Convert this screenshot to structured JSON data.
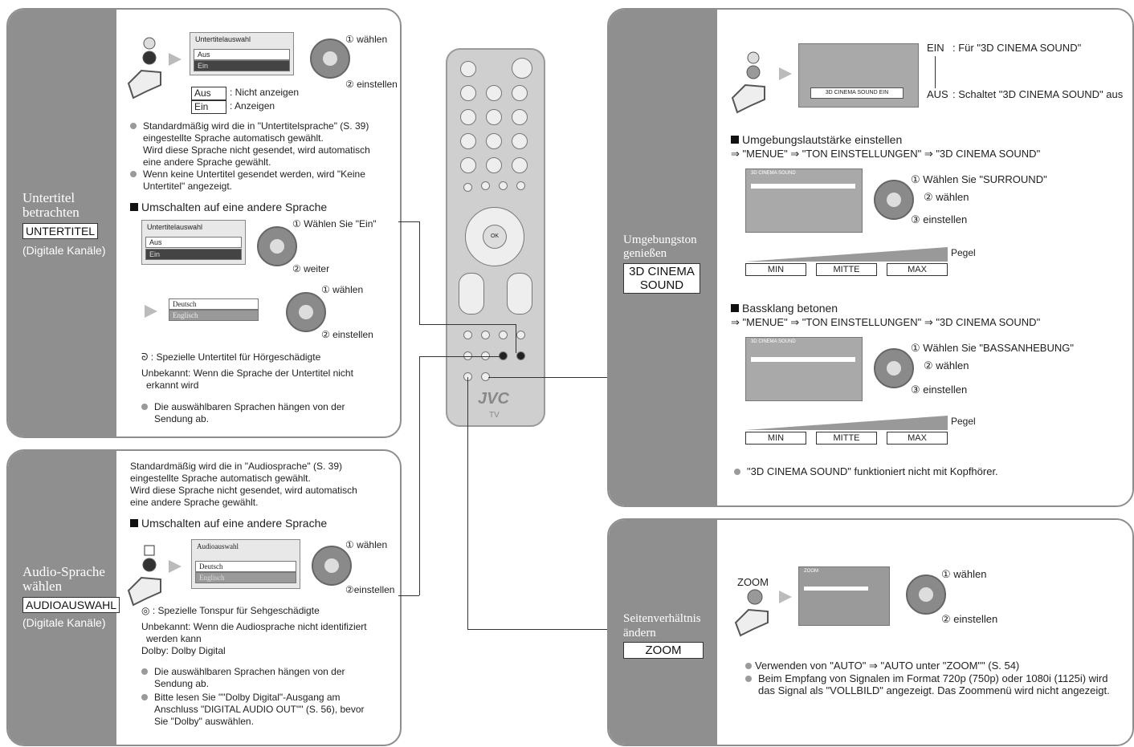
{
  "subtitle_panel": {
    "side_title_1": "Untertitel",
    "side_title_2": "betrachten",
    "side_label": "UNTERTITEL",
    "side_sub": "(Digitale Kanäle)",
    "menu_title": "Untertitelauswahl",
    "menu_opt_1": "Aus",
    "menu_opt_2": "Ein",
    "choose": "① wählen",
    "set": "② einstellen",
    "legend_aus_key": "Aus",
    "legend_aus_val": ": Nicht anzeigen",
    "legend_ein_key": "Ein",
    "legend_ein_val": ": Anzeigen",
    "note1_l1": "Standardmäßig wird die in \"Untertitelsprache\" (S. 39)",
    "note1_l2": "eingestellte Sprache automatisch gewählt.",
    "note1_l3": "Wird diese Sprache nicht gesendet, wird automatisch",
    "note1_l4": "eine andere Sprache gewählt.",
    "note2_l1": "Wenn keine Untertitel gesendet werden, wird \"Keine",
    "note2_l2": "Untertitel\" angezeigt.",
    "switch_header": "Umschalten auf eine andere Sprache",
    "menu2_title": "Untertitelauswahl",
    "menu2_opt_1": "Aus",
    "menu2_opt_2": "Ein",
    "choose_ein": "① Wählen Sie \"Ein\"",
    "next": "② weiter",
    "lang1": "Deutsch",
    "lang2": "Englisch",
    "choose2": "① wählen",
    "set2": "② einstellen",
    "hearing": ": Spezielle Untertitel für Hörgeschädigte",
    "unknown_l1": "Unbekannt: Wenn die Sprache der Untertitel nicht",
    "unknown_l2": "erkannt wird",
    "avail_l1": "Die auswählbaren Sprachen hängen von der",
    "avail_l2": "Sendung ab."
  },
  "audio_panel": {
    "side_title_1": "Audio-Sprache",
    "side_title_2": "wählen",
    "side_label": "AUDIOAUSWAHL",
    "side_sub": "(Digitale Kanäle)",
    "intro_l1": "Standardmäßig wird die in \"Audiosprache\" (S. 39)",
    "intro_l2": "eingestellte Sprache automatisch gewählt.",
    "intro_l3": "Wird diese Sprache nicht gesendet, wird automatisch",
    "intro_l4": "eine andere Sprache gewählt.",
    "switch_header": "Umschalten auf eine andere Sprache",
    "menu_title": "Audioauswahl",
    "menu_opt_1": "Deutsch",
    "menu_opt_2": "Englisch",
    "choose": "① wählen",
    "set": "②einstellen",
    "visual": ": Spezielle Tonspur für Sehgeschädigte",
    "unknown_l1": "Unbekannt: Wenn die Audiosprache nicht identifiziert",
    "unknown_l2": "werden kann",
    "dolby": "Dolby: Dolby Digital",
    "avail_l1": "Die auswählbaren Sprachen hängen von der",
    "avail_l2": "Sendung ab.",
    "read_l1": "Bitte lesen Sie \"\"Dolby Digital\"-Ausgang am",
    "read_l2": "Anschluss \"DIGITAL AUDIO OUT\"\" (S. 56), bevor",
    "read_l3": "Sie \"Dolby\" auswählen."
  },
  "remote": {
    "brand": "JVC",
    "model": "TV",
    "ok": "OK"
  },
  "cinema_panel": {
    "side_title_1": "Umgebungston",
    "side_title_2": "genießen",
    "side_label_1": "3D CINEMA",
    "side_label_2": "SOUND",
    "screen_text": "3D CINEMA SOUND EIN",
    "ein": "EIN",
    "ein_desc": ": Für \"3D CINEMA SOUND\"",
    "aus": "AUS",
    "aus_desc": ": Schaltet \"3D CINEMA SOUND\" aus",
    "surround_header": "Umgebungslautstärke einstellen",
    "surround_path": "⇒ \"MENUE\" ⇒ \"TON EINSTELLUNGEN\" ⇒ \"3D CINEMA SOUND\"",
    "surround_choose": "① Wählen Sie \"SURROUND\"",
    "surround_select": "② wählen",
    "surround_set": "③ einstellen",
    "level": "Pegel",
    "min": "MIN",
    "mid": "MITTE",
    "max": "MAX",
    "bass_header": "Bassklang betonen",
    "bass_path": "⇒ \"MENUE\" ⇒ \"TON EINSTELLUNGEN\" ⇒ \"3D CINEMA SOUND\"",
    "bass_choose": "① Wählen Sie \"BASSANHEBUNG\"",
    "bass_select": "② wählen",
    "bass_set": "③ einstellen",
    "note": "\"3D CINEMA SOUND\" funktioniert nicht mit Kopfhörer."
  },
  "zoom_panel": {
    "side_title_1": "Seitenverhältnis",
    "side_title_2": "ändern",
    "side_label": "ZOOM",
    "button_label": "ZOOM",
    "choose": "① wählen",
    "set": "② einstellen",
    "note1": "Verwenden von \"AUTO\" ⇒ \"AUTO unter \"ZOOM\"\" (S. 54)",
    "note2_l1": "Beim Empfang von Signalen im Format 720p (750p) oder 1080i (1125i) wird",
    "note2_l2": "das Signal als \"VOLLBILD\" angezeigt. Das Zoommenü wird nicht angezeigt."
  }
}
